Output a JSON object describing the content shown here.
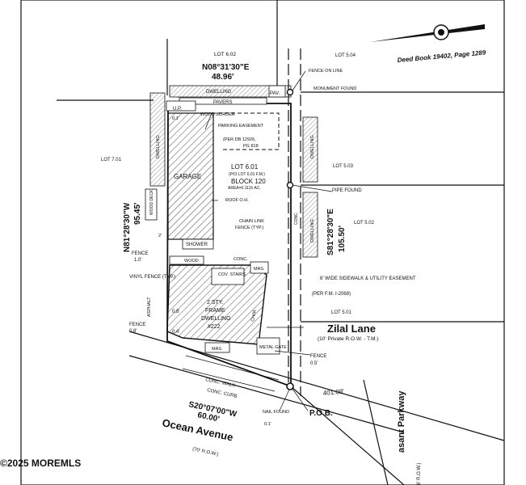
{
  "deed_ref": "Deed Book 19402, Page 1289",
  "watermark": "©2025 MOREMLS",
  "lots": {
    "lot_602": "LOT 6.02",
    "lot_504": "LOT 5.04",
    "lot_701": "LOT 7.01",
    "lot_503": "LOT 5.03",
    "lot_502": "LOT 5.02",
    "lot_501": "LOT 5.01"
  },
  "subject": {
    "lot": "LOT 6.01",
    "lot_note": "(P/O LOT 6.01 F.M.)",
    "block": "BLOCK 120",
    "area": "AREA=0.113± AC."
  },
  "bearings": {
    "north_bearing": "N08°31'30\"E",
    "north_dist": "48.96'",
    "west_bearing": "N81°28'30\"W",
    "west_dist": "95.45'",
    "east_bearing": "S81°28'30\"E",
    "east_dist": "105.50'",
    "south_bearing": "S20°07'00\"W",
    "south_dist": "60.00'",
    "lane_dist": "401.08'"
  },
  "labels": {
    "dwelling": "DWELLING",
    "pavers": "PAVERS",
    "pav": "PAV.",
    "fence_on_line": "FENCE ON LINE",
    "monument_found": "MONUMENT FOUND",
    "up": "U.P.",
    "wood_border": "WOOD BORDER",
    "parking_easement": "PARKING EASEMENT",
    "parking_easement_ref": "(PER DB 12926,",
    "parking_easement_pg": "PG 818",
    "garage": "GARAGE",
    "roof_oh": "ROOF O.H.",
    "wood_deck": "WOOD DECK",
    "dwelling_vert": "DWELLING",
    "chim": "CHIM.",
    "pipe_found": "PIPE FOUND",
    "chain_link": "CHAIN LINK",
    "fence_typ": "FENCE (TYP.)",
    "conc": "CONC.",
    "shower": "SHOWER",
    "wood": "WOOD",
    "mas": "MAS.",
    "cov_stairs": "COV. STAIRS",
    "house1": "2 STY.",
    "house2": "FRAME",
    "house3": "DWELLING",
    "house4": "#222",
    "fence_10": "FENCE",
    "fence_10v": "1.0'",
    "vinyl_fence": "VINYL FENCE (TYP.)",
    "asphalt": "ASPHALT",
    "fence_08": "FENCE",
    "fence_08v": "0.8'",
    "offset_08": "0.8'",
    "offset_04": "0.4'",
    "offset_01": "0.1'",
    "offset_2": "2'",
    "sidewalk": "6' WIDE SIDEWALK & UTILITY EASEMENT",
    "sidewalk_ref": "(PER F.M. I-2069)",
    "zilal_lane": "Zilal Lane",
    "zilal_row": "(10' Private R.O.W. - T.M.)",
    "metal_gate": "METAL GATE",
    "fence_05": "FENCE",
    "fence_05v": "0.5'",
    "conc_walk": "CONC. WALK",
    "conc_curb": "CONC. CURB",
    "nail_found": "NAIL FOUND",
    "nail_found_v": "0.1'",
    "pob": "P.O.B.",
    "ocean_avenue": "Ocean Avenue",
    "ocean_row": "(70' R.O.W.)",
    "parkway": "asant Parkway",
    "parkway_row": "6' R.O.W.)"
  }
}
